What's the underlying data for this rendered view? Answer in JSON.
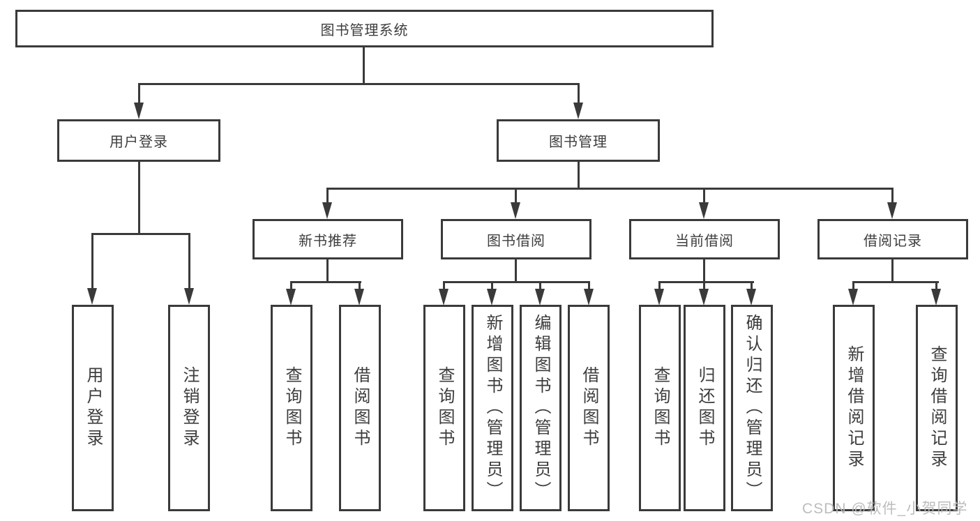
{
  "diagram": {
    "root": {
      "label": "图书管理系统"
    },
    "level2": [
      {
        "label": "用户登录"
      },
      {
        "label": "图书管理"
      }
    ],
    "level3": [
      {
        "label": "新书推荐"
      },
      {
        "label": "图书借阅"
      },
      {
        "label": "当前借阅"
      },
      {
        "label": "借阅记录"
      }
    ],
    "leaves": {
      "user_login": [
        {
          "label": "用户登录"
        },
        {
          "label": "注销登录"
        }
      ],
      "new_books": [
        {
          "label": "查询图书"
        },
        {
          "label": "借阅图书"
        }
      ],
      "book_borrow": [
        {
          "label": "查询图书"
        },
        {
          "label": "新增图书（管理员）"
        },
        {
          "label": "编辑图书（管理员）"
        },
        {
          "label": "借阅图书"
        }
      ],
      "current_borrow": [
        {
          "label": "查询图书"
        },
        {
          "label": "归还图书"
        },
        {
          "label": "确认归还（管理员）"
        }
      ],
      "borrow_records": [
        {
          "label": "新增借阅记录"
        },
        {
          "label": "查询借阅记录"
        }
      ]
    }
  },
  "watermark": {
    "text": "CSDN @软件_小贺同学"
  },
  "colors": {
    "line": "#3a3a3a",
    "text": "#3d3d3d",
    "background": "#ffffff",
    "watermark": "#b9b9b9"
  }
}
